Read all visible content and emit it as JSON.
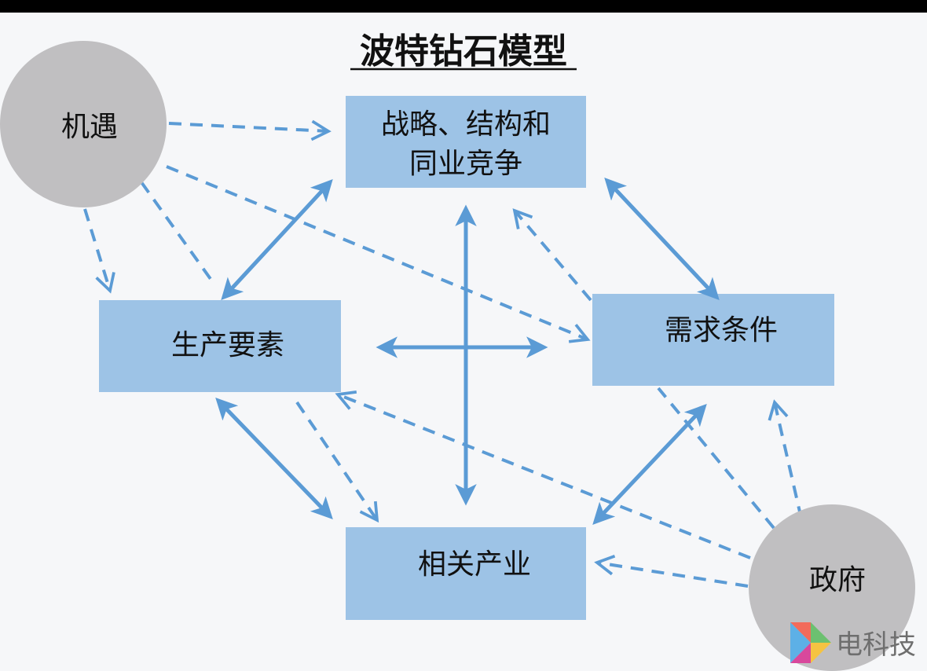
{
  "title": "波特钻石模型",
  "boxes": {
    "strategy": {
      "line1": "战略、结构和",
      "line2": "同业竞争"
    },
    "factors": {
      "label": "生产要素"
    },
    "demand": {
      "label": "需求条件"
    },
    "related": {
      "label": "相关产业"
    }
  },
  "circles": {
    "chance": {
      "label": "机遇"
    },
    "government": {
      "label": "政府"
    }
  },
  "watermark": {
    "text": "电科技"
  },
  "colors": {
    "box_fill": "#9dc3e6",
    "circle_fill": "#c0bfc1",
    "arrow": "#5b9bd5",
    "background": "#f6f7f9"
  }
}
